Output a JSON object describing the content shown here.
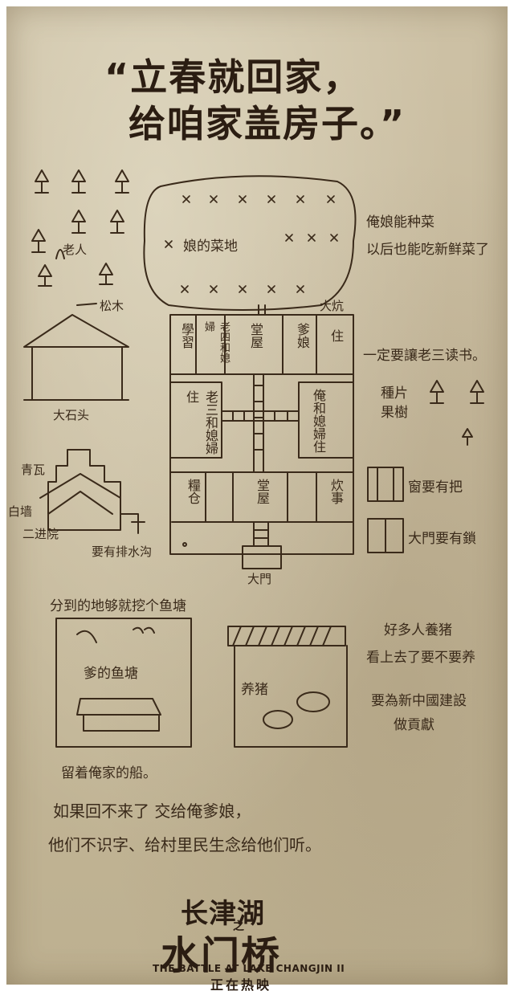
{
  "title": {
    "line1": "“立春就回家，",
    "line2": "给咱家盖房子。”"
  },
  "field": {
    "label": "娘的菜地",
    "note_line1": "俺娘能种菜",
    "note_line2": "以后也能吃新鲜菜了"
  },
  "trees_note": "老人",
  "elevation": {
    "roof_label": "松木",
    "base_label": "大石头"
  },
  "facade": {
    "label_qingwa": "青瓦",
    "label_baiqiang": "白墙",
    "label_erjinyuan": "二进院",
    "label_drain": "要有排水沟"
  },
  "plan": {
    "kang": "大炕",
    "rooms_top": [
      "學習",
      "老四和媳婦",
      "堂屋",
      "爹娘",
      "住"
    ],
    "rooms_mid_left": "老三和媳婦住",
    "rooms_mid_right": "俺和媳婦住",
    "rooms_bottom": [
      "糧仓",
      "堂屋",
      "炊事"
    ],
    "gate": "大門"
  },
  "notes_right": {
    "education": "一定要讓老三读书。",
    "orchard": "種片果樹",
    "window": "窗要有把",
    "door": "大門要有鎖"
  },
  "pond": {
    "header": "分到的地够就挖个鱼塘",
    "label": "爹的鱼塘",
    "boat": "留着俺家的船。"
  },
  "pig": {
    "label": "养猪",
    "note1_line1": "好多人養猪",
    "note1_line2": "看上去了要不要养",
    "note2_line1": "要為新中國建設",
    "note2_line2": "做貢獻"
  },
  "footer_note": {
    "line1": "如果回不来了 交给俺爹娘，",
    "line2": "他们不识字、给村里民生念给他们听。"
  },
  "logo": {
    "line1": "长津湖",
    "connector": "之",
    "line2": "水门桥",
    "english": "THE BATTLE AT LAKE CHANGJIN II",
    "status": "正在热映"
  }
}
